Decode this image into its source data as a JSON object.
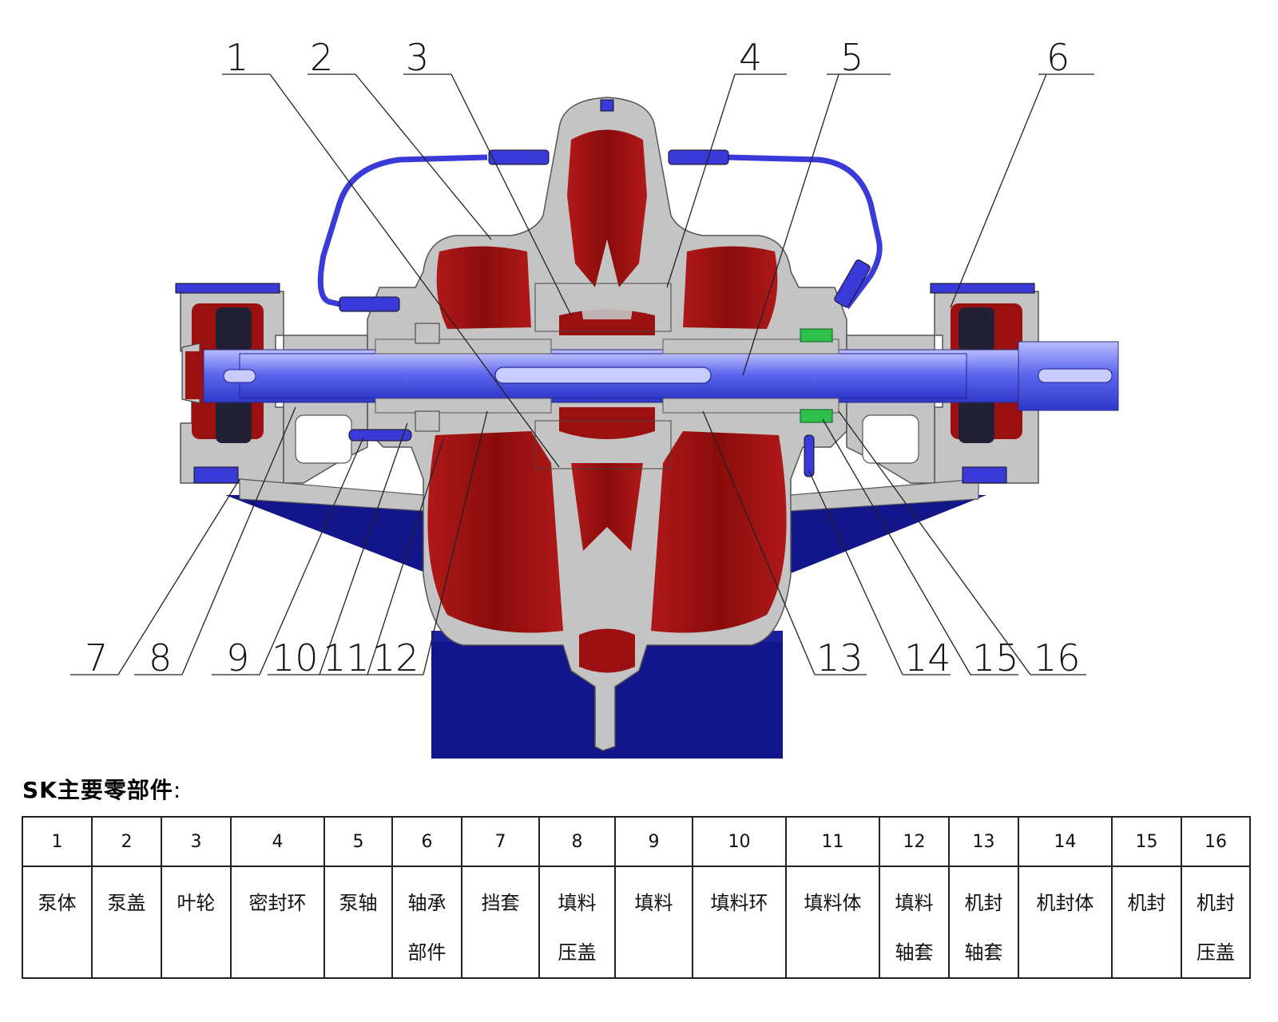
{
  "callouts": [
    "1",
    "2",
    "3",
    "4",
    "5",
    "6",
    "7",
    "8",
    "9",
    "10",
    "11",
    "12",
    "13",
    "14",
    "15",
    "16"
  ],
  "parts_title": "SK主要零部件",
  "parts_title_colon": ":",
  "parts": [
    {
      "num": "1",
      "name": "泵体"
    },
    {
      "num": "2",
      "name": "泵盖"
    },
    {
      "num": "3",
      "name": "叶轮"
    },
    {
      "num": "4",
      "name": "密封环"
    },
    {
      "num": "5",
      "name": "泵轴"
    },
    {
      "num": "6",
      "name": "轴承\n部件"
    },
    {
      "num": "7",
      "name": "挡套"
    },
    {
      "num": "8",
      "name": "填料\n压盖"
    },
    {
      "num": "9",
      "name": "填料"
    },
    {
      "num": "10",
      "name": "填料环"
    },
    {
      "num": "11",
      "name": "填料体"
    },
    {
      "num": "12",
      "name": "填料\n轴套"
    },
    {
      "num": "13",
      "name": "机封\n轴套"
    },
    {
      "num": "14",
      "name": "机封体"
    },
    {
      "num": "15",
      "name": "机封"
    },
    {
      "num": "16",
      "name": "机封\n压盖"
    }
  ],
  "colors": {
    "casing": "#c4c4c4",
    "water": "#9b1010",
    "base": "#12168a",
    "shaft": "#6f78f0",
    "pipe": "#3a3ad8",
    "seal": "#2ec04a"
  }
}
